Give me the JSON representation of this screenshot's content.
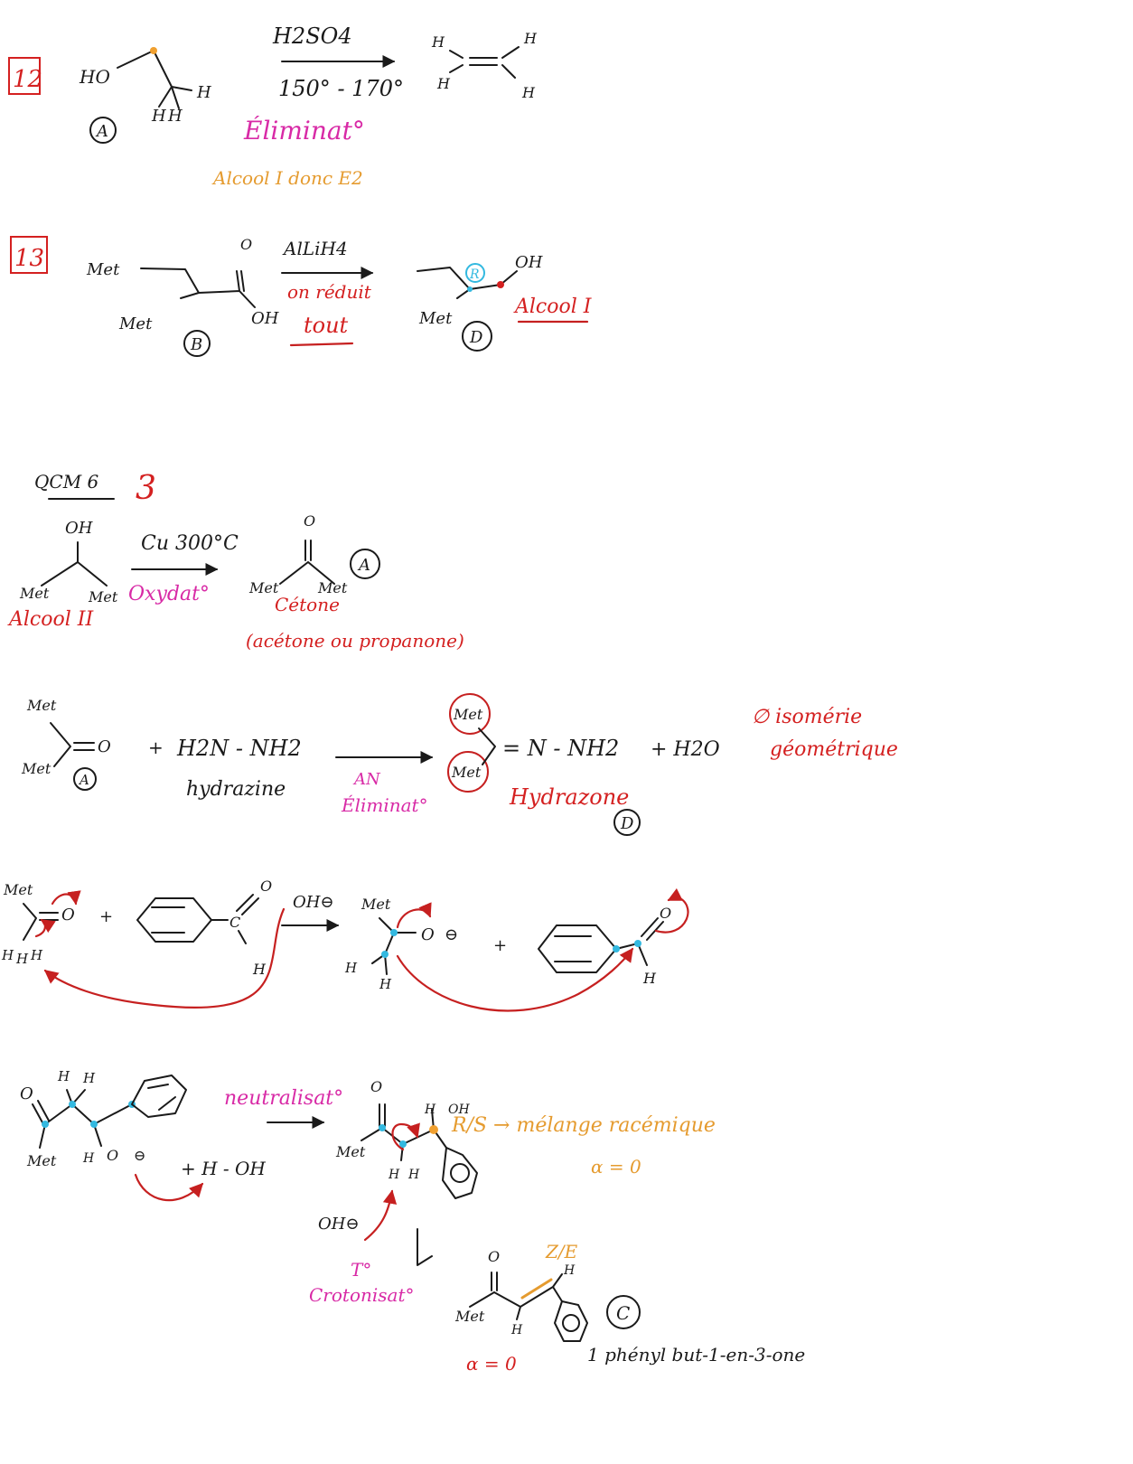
{
  "labels": {
    "q12": "12",
    "q13": "13",
    "qcm6": "QCM 6",
    "qcm6_answer": "3"
  },
  "r12": {
    "reagent": "H2SO4",
    "conditions": "150° - 170°",
    "mechanism": "Éliminat°",
    "note": "Alcool I donc E2",
    "compound_label": "A",
    "ho": "HO",
    "h": "H"
  },
  "r13": {
    "reagent": "AlLiH4",
    "note_line1": "on réduit",
    "note_line2": "tout",
    "product_type": "Alcool I",
    "stereo": "R",
    "compound_b": "B",
    "compound_d": "D",
    "oh": "OH",
    "o": "O",
    "me": "Met"
  },
  "ox": {
    "conditions": "Cu 300°C",
    "mechanism": "Oxydat°",
    "reactant_type": "Alcool II",
    "product_type": "Cétone",
    "product_name": "(acétone ou propanone)",
    "compound_a": "A",
    "oh": "OH",
    "o": "O",
    "me": "Met"
  },
  "hyd": {
    "reagent": "H2N - NH2",
    "reagent_name": "hydrazine",
    "mechanism_1": "AN",
    "mechanism_2": "Éliminat°",
    "product": "= N - NH2",
    "water": "+ H2O",
    "product_name": "Hydrazone",
    "compound_d": "D",
    "compound_a": "A",
    "no_isomerism_1": "∅ isomérie",
    "no_isomerism_2": "géométrique",
    "me": "Met",
    "plus": "+"
  },
  "enol": {
    "base": "OH⊖",
    "me": "Met",
    "h": "H",
    "o": "O",
    "c": "C",
    "plus": "+"
  },
  "neut": {
    "mechanism": "neutralisat°",
    "water": "+ H - OH",
    "stereo": "R/S → mélange racémique",
    "alpha": "α = 0",
    "base": "OH⊖",
    "dehydration_1": "T°",
    "dehydration_2": "Crotonisat°",
    "product_stereo": "Z/E",
    "product_alpha": "α = 0",
    "product_name": "1 phényl but-1-en-3-one",
    "compound_c": "C",
    "me": "Met",
    "h": "H",
    "o": "O",
    "oh": "OH"
  }
}
